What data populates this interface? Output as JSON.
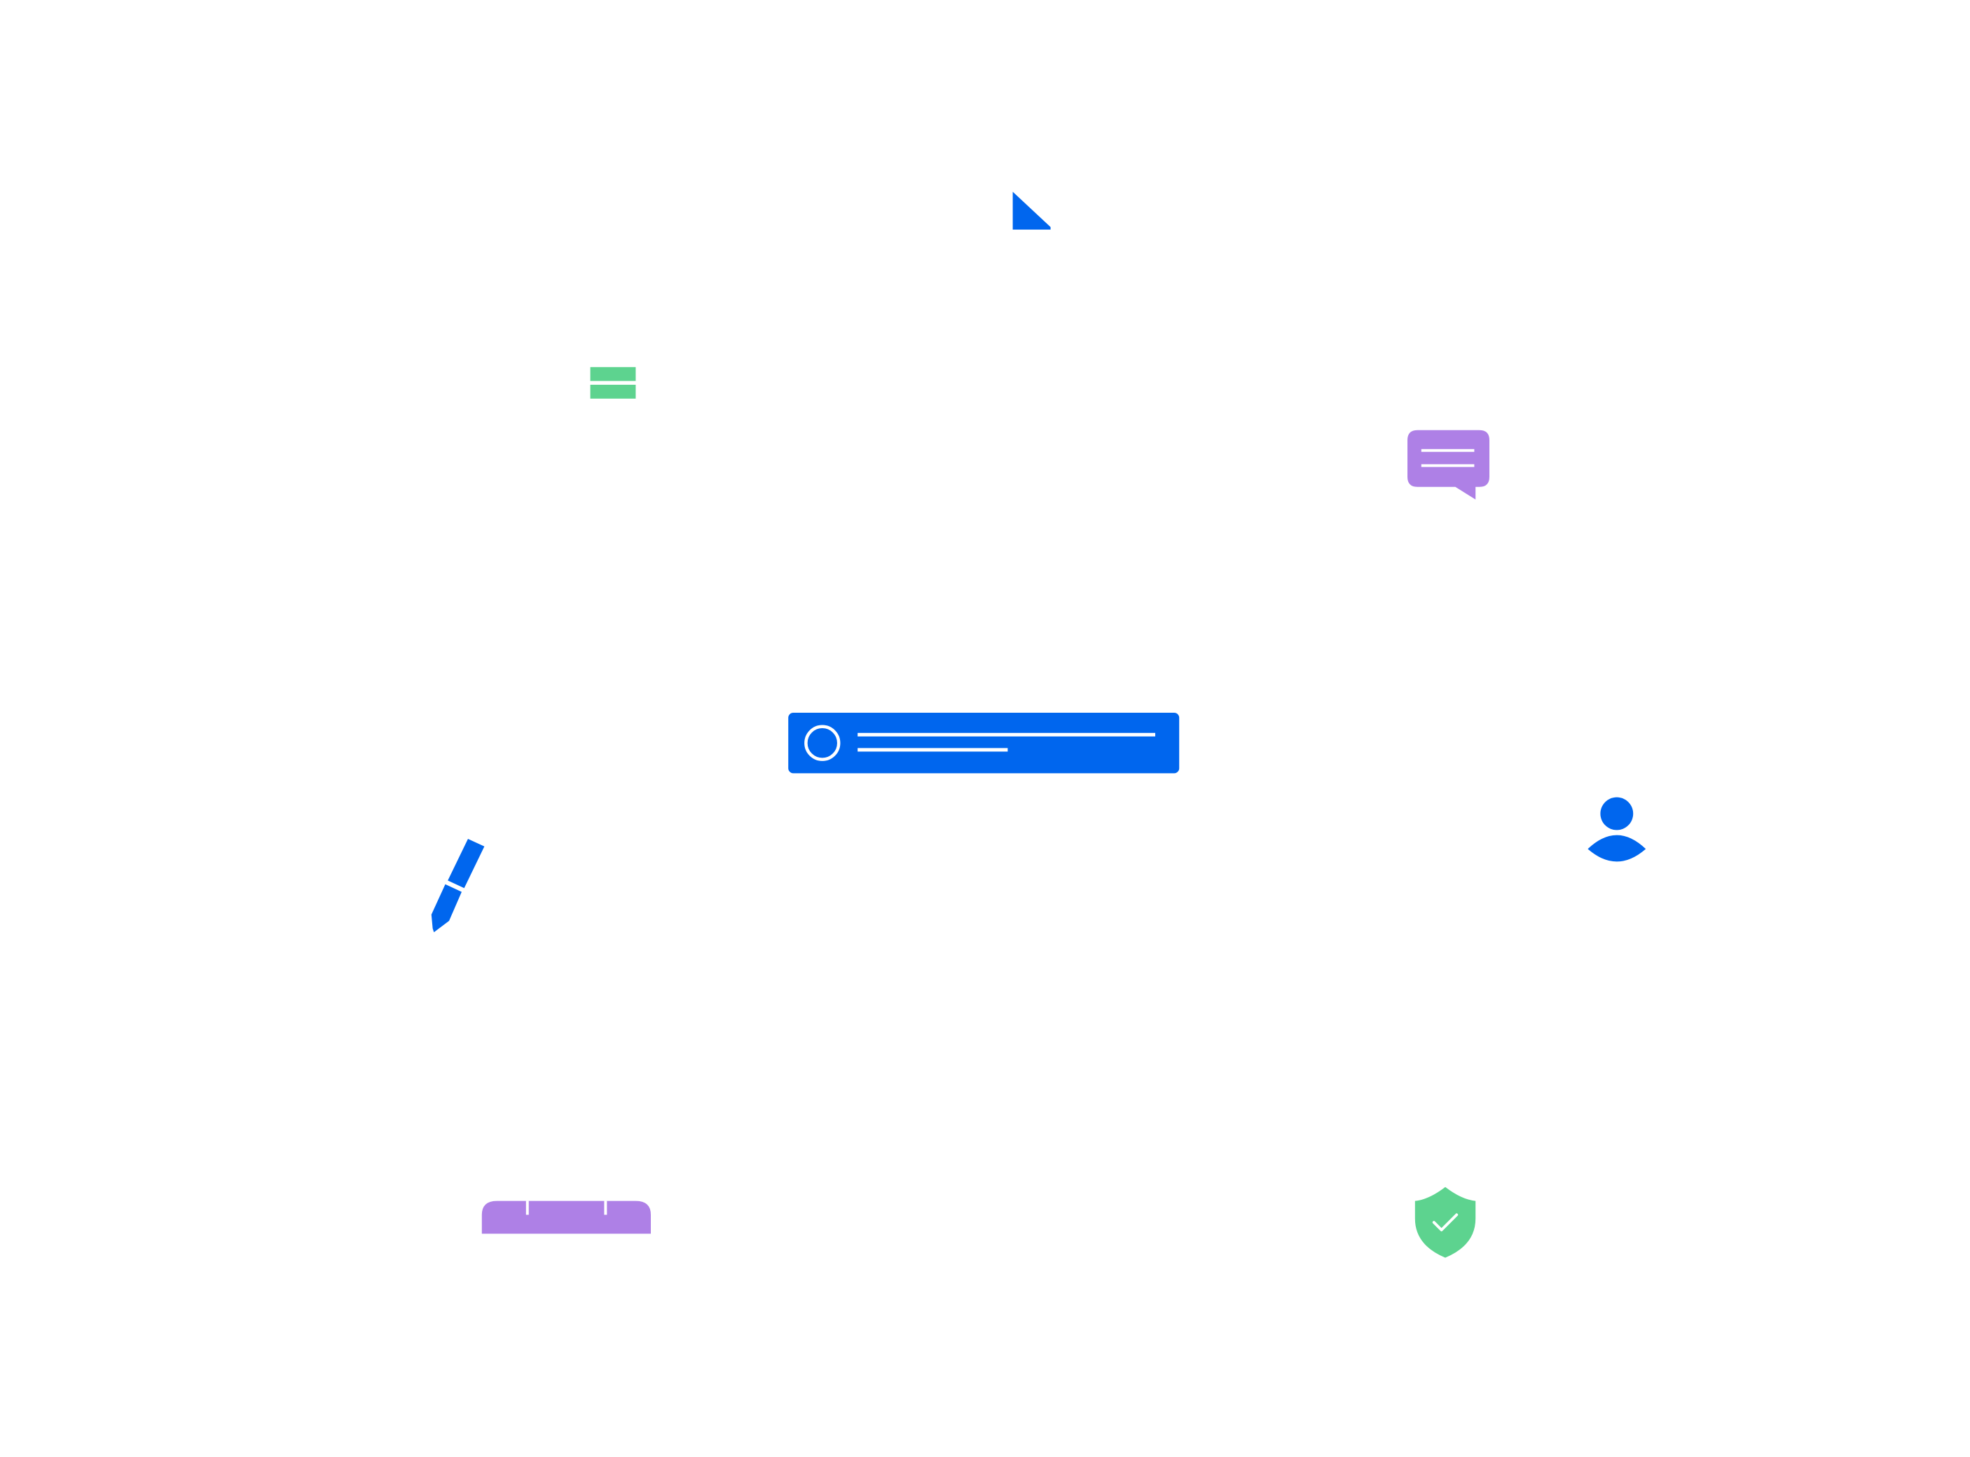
{
  "colors": {
    "background": "#ffffff",
    "blue": "#0066ee",
    "green": "#5dd38f",
    "purple": "#ae80e6",
    "white": "#ffffff"
  },
  "icons": [
    {
      "id": "triangle",
      "name": "triangle-icon",
      "color": "blue"
    },
    {
      "id": "equals",
      "name": "equals-icon",
      "color": "green"
    },
    {
      "id": "chat",
      "name": "chat-bubble-icon",
      "color": "purple"
    },
    {
      "id": "card",
      "name": "notification-card",
      "color": "blue"
    },
    {
      "id": "pen",
      "name": "pen-icon",
      "color": "blue"
    },
    {
      "id": "user",
      "name": "user-icon",
      "color": "blue"
    },
    {
      "id": "ruler",
      "name": "ruler-icon",
      "color": "purple"
    },
    {
      "id": "shield",
      "name": "shield-check-icon",
      "color": "green"
    }
  ]
}
